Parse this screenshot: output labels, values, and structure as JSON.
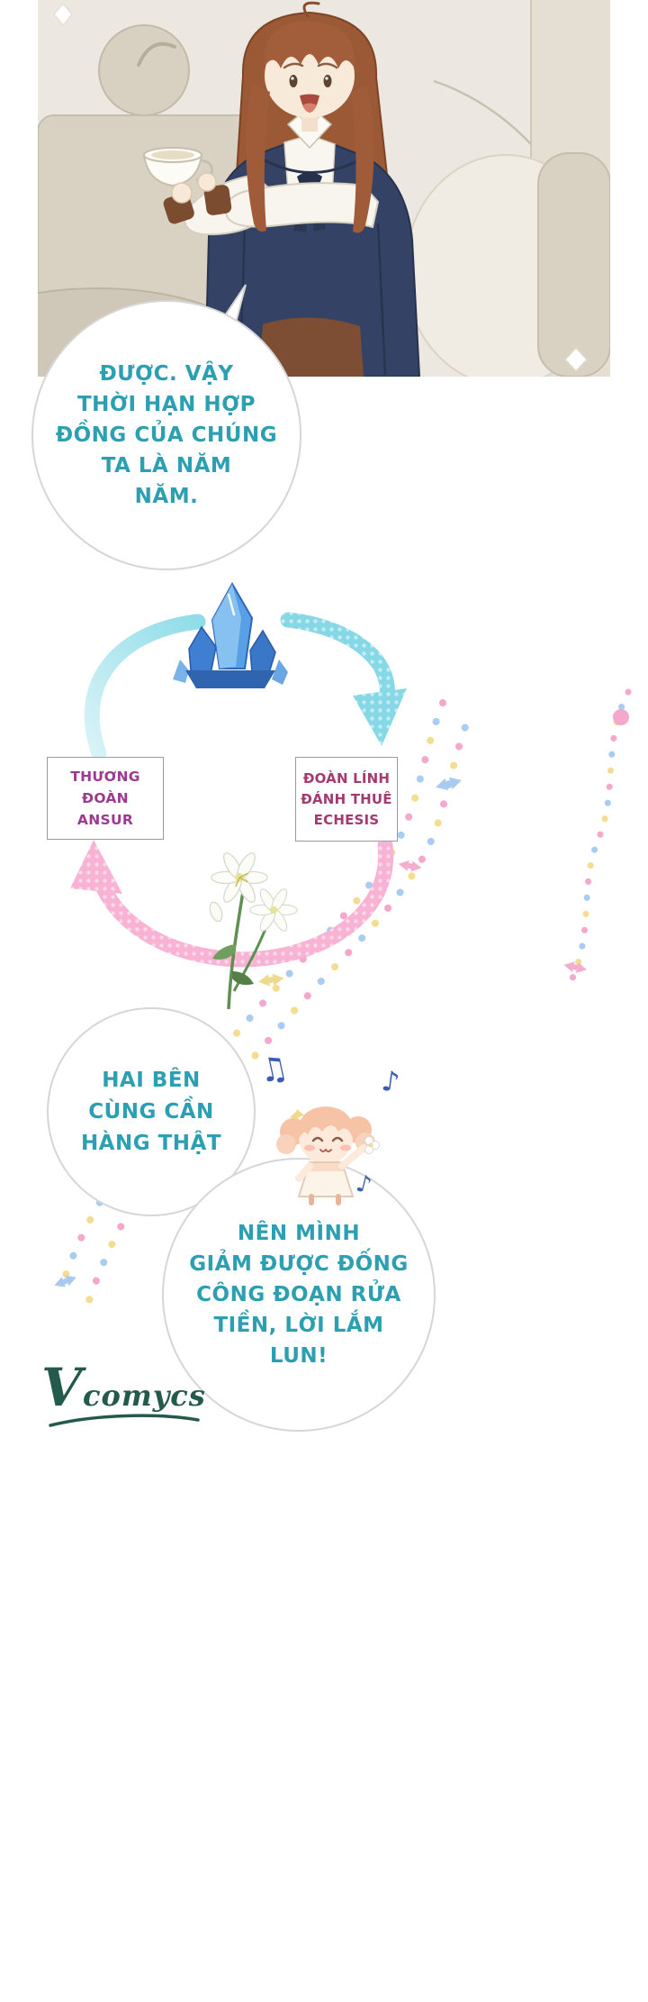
{
  "colors": {
    "teal_text": "#2d9fb2",
    "left_box_text": "#9c3a92",
    "right_box_text": "#a33a70",
    "cyan_arrow": "#87d8e6",
    "pink_arrow": "#f8b2d3",
    "note_blue": "#3b5bb5",
    "watermark_color": "#235a4c"
  },
  "bubble1": {
    "lines": [
      "ĐƯỢC. VẬY",
      "THỜI HẠN HỢP",
      "ĐỒNG CỦA CHÚNG",
      "TA LÀ NĂM",
      "NĂM."
    ]
  },
  "diagram": {
    "left_box": {
      "line1": "THƯƠNG ĐOÀN",
      "line2": "ANSUR"
    },
    "right_box": {
      "line1": "ĐOÀN LÍNH",
      "line2": "ĐÁNH THUÊ",
      "line3": "ECHESIS"
    }
  },
  "bubble2": {
    "lines": [
      "HAI BÊN",
      "CÙNG CẦN",
      "HÀNG THẬT"
    ]
  },
  "bubble3": {
    "lines": [
      "NÊN MÌNH",
      "GIẢM ĐƯỢC ĐỐNG",
      "CÔNG ĐOẠN RỬA",
      "TIỀN, LỜI LẮM",
      "LUN!"
    ]
  },
  "icons": {
    "music_note_double": "♫",
    "music_note_single": "♪"
  },
  "watermark": {
    "text": "Vcomycs"
  }
}
